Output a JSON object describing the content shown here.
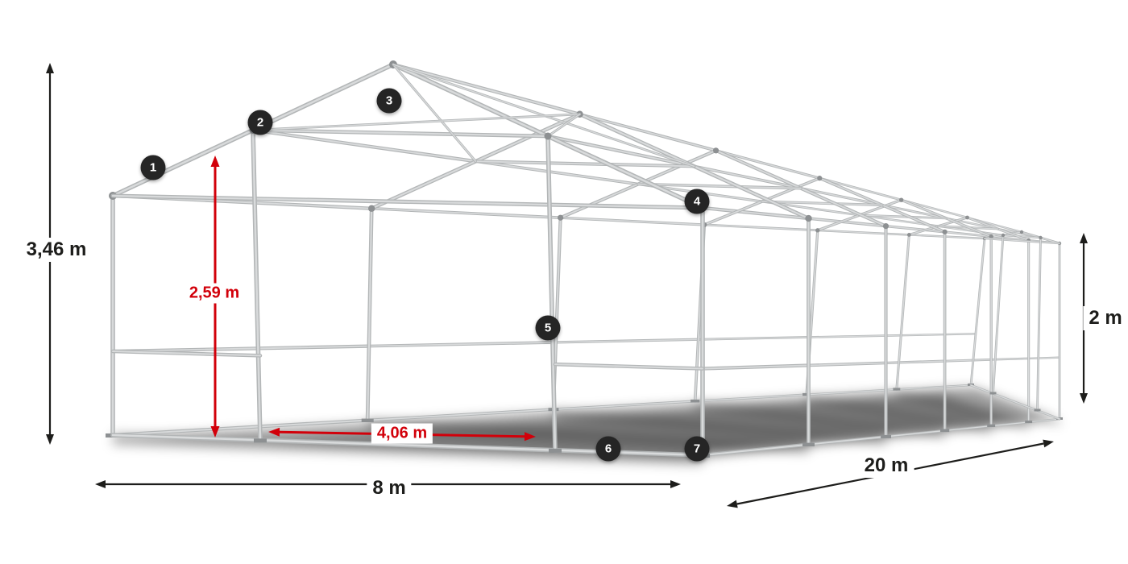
{
  "illustration": {
    "callouts": [
      {
        "number": "1"
      },
      {
        "number": "2"
      },
      {
        "number": "3"
      },
      {
        "number": "4"
      },
      {
        "number": "5"
      },
      {
        "number": "6"
      },
      {
        "number": "7"
      }
    ]
  },
  "dimensions": {
    "total_height": "3,46 m",
    "entrance_height": "2,59 m",
    "entrance_width": "4,06 m",
    "side_height": "2 m",
    "width": "8 m",
    "length": "20 m"
  },
  "colors": {
    "background": "#ffffff",
    "frame_tube": "#b3b6b7",
    "frame_tube_highlight": "#d8dadb",
    "frame_joint": "#8d9092",
    "shadow": "#000000",
    "dimension_line": "#1d1d1b",
    "accent_red": "#d2000a",
    "badge_background": "#252525",
    "badge_text": "#ffffff"
  }
}
